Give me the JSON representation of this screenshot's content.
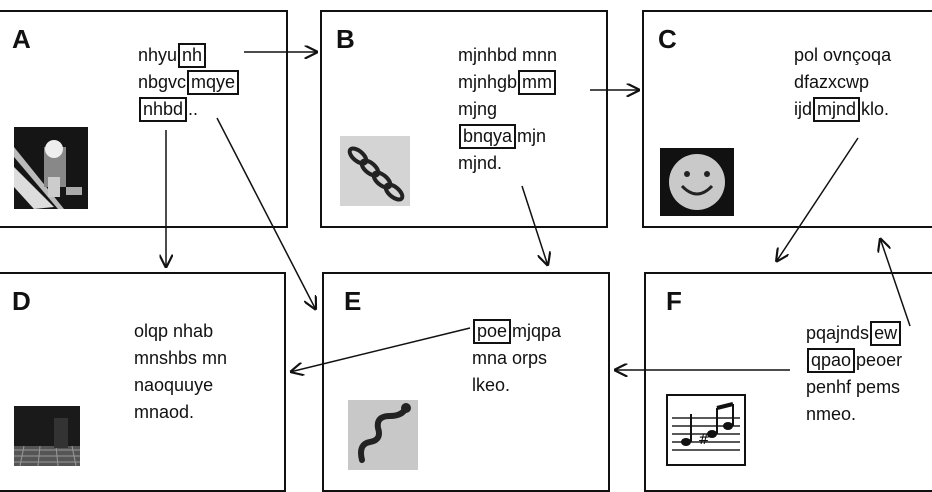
{
  "pages": {
    "A": {
      "label": "A",
      "lines": [
        {
          "segments": [
            {
              "text": "nhyu"
            },
            {
              "text": "nh",
              "link": true
            }
          ]
        },
        {
          "segments": [
            {
              "text": "nbgvc"
            },
            {
              "text": "mqye",
              "link": true
            }
          ]
        },
        {
          "segments": [
            {
              "text": "nhbd",
              "link": true
            },
            {
              "text": ".."
            }
          ]
        }
      ]
    },
    "B": {
      "label": "B",
      "lines": [
        {
          "segments": [
            {
              "text": "mjnhbd mnn"
            }
          ]
        },
        {
          "segments": [
            {
              "text": "mjnhgb"
            },
            {
              "text": "mm",
              "link": true
            }
          ]
        },
        {
          "segments": [
            {
              "text": "mjng"
            }
          ]
        },
        {
          "segments": [
            {
              "text": "bnqya",
              "link": true
            },
            {
              "text": "mjn"
            }
          ]
        },
        {
          "segments": [
            {
              "text": "mjnd."
            }
          ]
        }
      ]
    },
    "C": {
      "label": "C",
      "lines": [
        {
          "segments": [
            {
              "text": "pol ovnçoqa"
            }
          ]
        },
        {
          "segments": [
            {
              "text": "dfazxcwp"
            }
          ]
        },
        {
          "segments": [
            {
              "text": "ijd"
            },
            {
              "text": "mjnd",
              "link": true
            },
            {
              "text": "klo."
            }
          ]
        }
      ]
    },
    "D": {
      "label": "D",
      "lines": [
        {
          "segments": [
            {
              "text": "olqp nhab"
            }
          ]
        },
        {
          "segments": [
            {
              "text": "mnshbs mn"
            }
          ]
        },
        {
          "segments": [
            {
              "text": "naoquuye"
            }
          ]
        },
        {
          "segments": [
            {
              "text": "mnaod."
            }
          ]
        }
      ]
    },
    "E": {
      "label": "E",
      "lines": [
        {
          "segments": [
            {
              "text": "poe",
              "link": true
            },
            {
              "text": "mjqpa"
            }
          ]
        },
        {
          "segments": [
            {
              "text": "mna orps"
            }
          ]
        },
        {
          "segments": [
            {
              "text": "lkeo."
            }
          ]
        }
      ]
    },
    "F": {
      "label": "F",
      "lines": [
        {
          "segments": [
            {
              "text": "pqajnds"
            },
            {
              "text": "ew",
              "link": true
            }
          ]
        },
        {
          "segments": [
            {
              "text": "qpao",
              "link": true
            },
            {
              "text": "peoer"
            }
          ]
        },
        {
          "segments": [
            {
              "text": "penhf pems"
            }
          ]
        },
        {
          "segments": [
            {
              "text": "nmeo."
            }
          ]
        }
      ]
    }
  },
  "images": {
    "A": "photo",
    "B": "chain-icon",
    "C": "smiley-icon",
    "D": "photo",
    "E": "snake-icon",
    "F": "music-notes-icon"
  },
  "links": [
    {
      "from": "A",
      "to": "B"
    },
    {
      "from": "A",
      "to": "D"
    },
    {
      "from": "A",
      "to": "E"
    },
    {
      "from": "B",
      "to": "C"
    },
    {
      "from": "B",
      "to": "E"
    },
    {
      "from": "C",
      "to": "F"
    },
    {
      "from": "F",
      "to": "C"
    },
    {
      "from": "F",
      "to": "E"
    },
    {
      "from": "E",
      "to": "D"
    }
  ]
}
